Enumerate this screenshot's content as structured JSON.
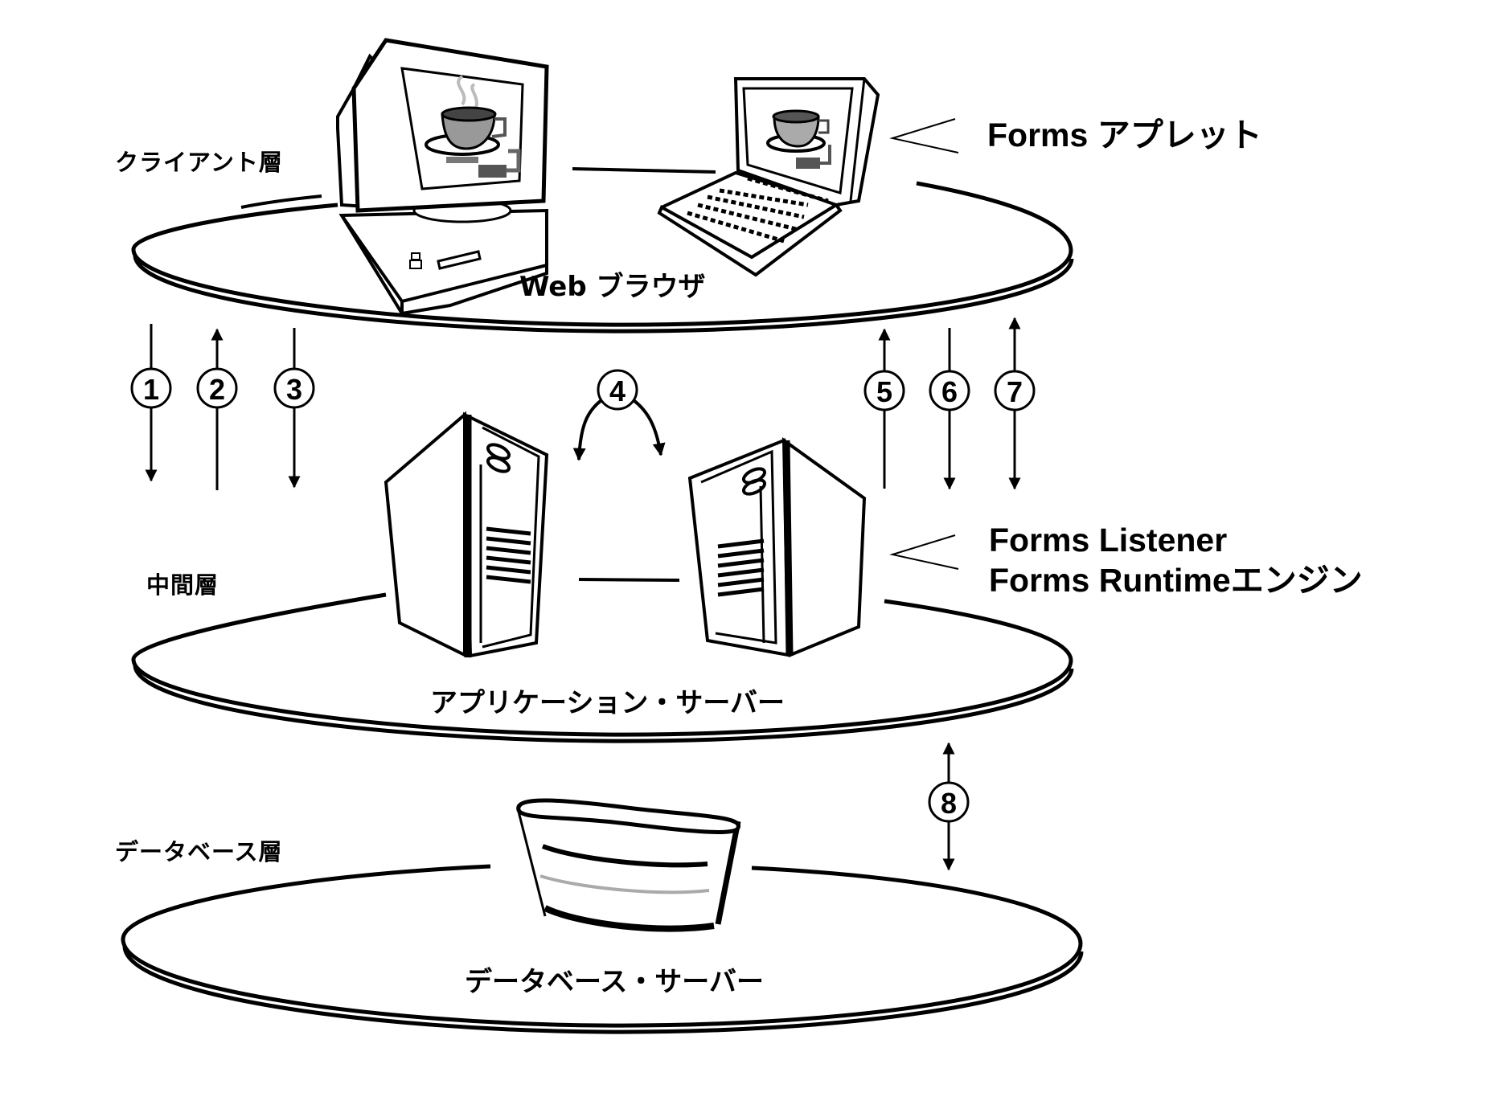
{
  "tiers": {
    "client": {
      "label": "クライアント層",
      "plate_label": "Web ブラウザ"
    },
    "middle": {
      "label": "中間層",
      "plate_label": "アプリケーション・サーバー"
    },
    "database": {
      "label": "データベース層",
      "plate_label": "データベース・サーバー"
    }
  },
  "callouts": {
    "applet": "Forms アプレット",
    "listener": "Forms Listener",
    "runtime": "Forms Runtimeエンジン"
  },
  "steps": [
    {
      "num": "1",
      "direction": "down",
      "between": "client-middle"
    },
    {
      "num": "2",
      "direction": "up",
      "between": "client-middle"
    },
    {
      "num": "3",
      "direction": "down",
      "between": "client-middle"
    },
    {
      "num": "4",
      "direction": "server-to-server",
      "between": "middle"
    },
    {
      "num": "5",
      "direction": "up",
      "between": "client-middle"
    },
    {
      "num": "6",
      "direction": "down",
      "between": "client-middle"
    },
    {
      "num": "7",
      "direction": "both",
      "between": "client-middle"
    },
    {
      "num": "8",
      "direction": "both",
      "between": "middle-database"
    }
  ],
  "icons": {
    "desktop": "desktop-computer-icon",
    "laptop": "laptop-icon",
    "server_left": "server-tower-icon",
    "server_right": "server-tower-icon",
    "database": "database-bucket-icon",
    "applet_glyph": "java-coffee-cup-icon"
  },
  "colors": {
    "ink": "#000000",
    "paper": "#ffffff",
    "gray": "#9a9a9a",
    "dark_gray": "#555555"
  }
}
